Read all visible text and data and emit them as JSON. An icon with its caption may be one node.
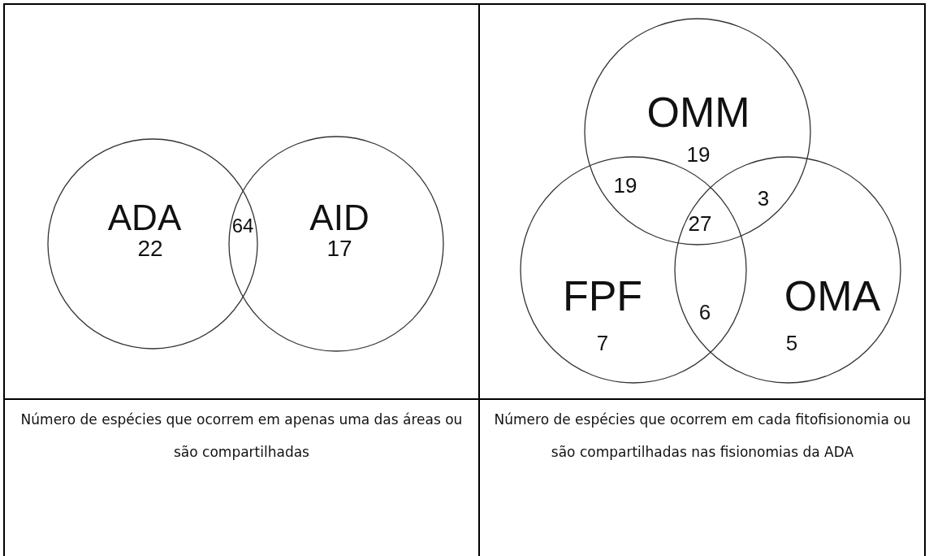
{
  "diagram": {
    "nodes": [
      {
        "text": [
          "ADA",
          "22"
        ]
      },
      {
        "text": [
          "AID",
          "17"
        ]
      },
      {
        "text": [
          "OMM",
          "19"
        ]
      },
      {
        "text": [
          "FPF",
          "7"
        ]
      },
      {
        "text": [
          "OMA",
          "5"
        ]
      }
    ],
    "labels": [
      "64",
      "19",
      "3",
      "27",
      "6",
      "Número de espécies que ocorrem em apenas uma das áreas ou são compartilhadas",
      "Número de espécies que ocorrem em cada fitofisionomia ou são compartilhadas nas fisionomias da ADA"
    ]
  }
}
